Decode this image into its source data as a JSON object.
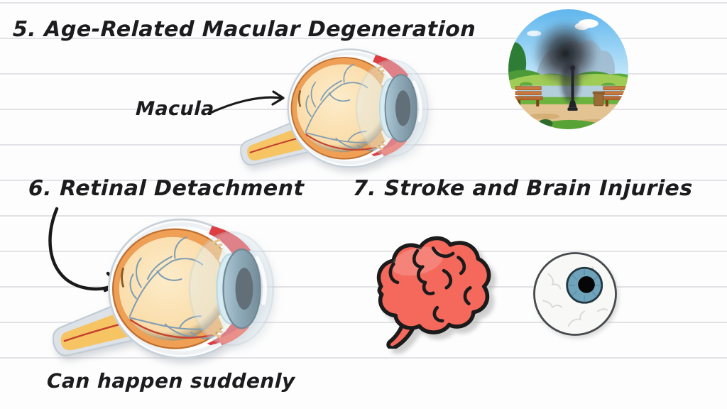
{
  "page": {
    "type": "handwritten-notes-slide",
    "background_color": "#fdfdfd",
    "ruled_line_color": "#e3e3e7",
    "text_color": "#1c1c1e",
    "arrow_color": "#1a1a1a"
  },
  "sections": {
    "amd": {
      "heading": "5. Age-Related Macular Degeneration",
      "macula_label": "Macula",
      "illustrations": [
        "eye-cross-section-diagram",
        "park-scene-with-central-blind-spot"
      ]
    },
    "retinal_detachment": {
      "heading": "6. Retinal Detachment",
      "caption": "Can happen suddenly",
      "illustrations": [
        "eye-cross-section-diagram"
      ]
    },
    "stroke": {
      "heading": "7. Stroke and Brain Injuries",
      "illustrations": [
        "cartoon-brain",
        "cartoon-eyeball"
      ]
    }
  },
  "colors": {
    "brain_red": "#f5685c",
    "iris_blue": "#6fa3bc",
    "iris_dark_slate": "#3e5d6f",
    "eye_choroid_orange": "#f0a055",
    "eye_vitreous_peach": "#fbdfae",
    "optic_nerve_yellow": "#f6c463",
    "muscle_red": "#dd3e44",
    "vessel_blue": "#7e9db3",
    "artery_red": "#c74330",
    "park_sky_blue": "#69bcef",
    "park_grass_green": "#6cb23f",
    "park_path_tan": "#e2c391",
    "bench_brown": "#c4713a",
    "scotoma_dark": "#191a1c"
  }
}
